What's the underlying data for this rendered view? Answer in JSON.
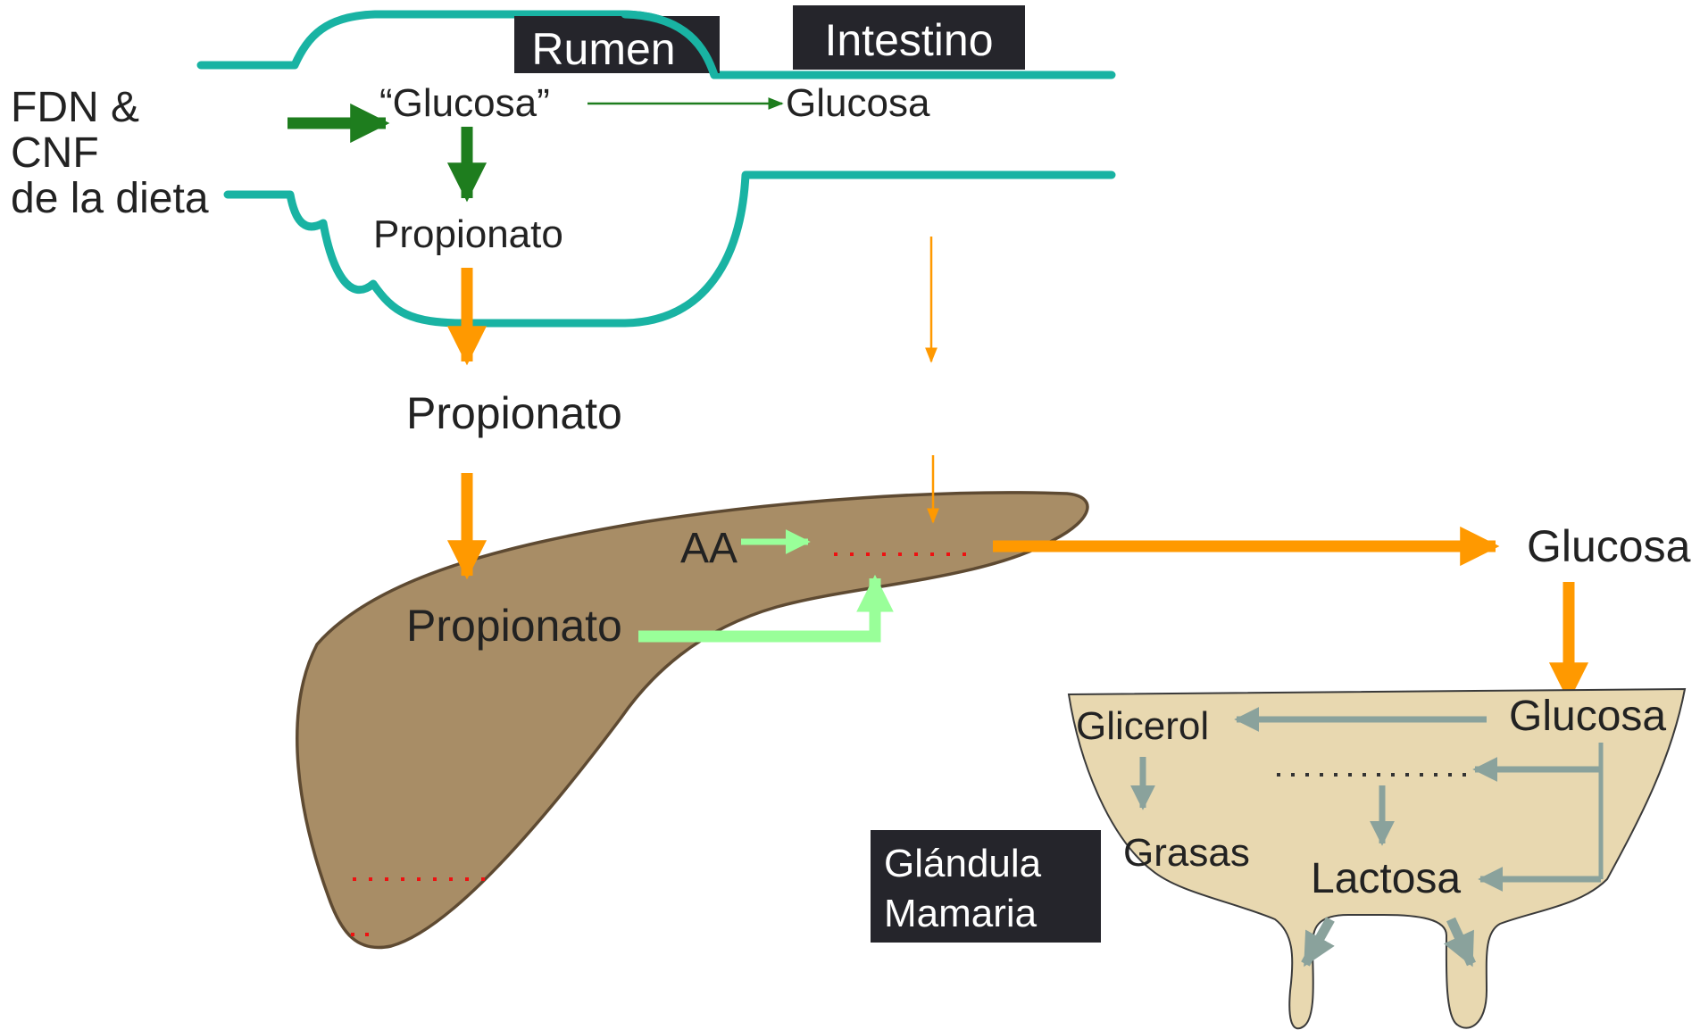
{
  "labels": {
    "diet": [
      "FDN &",
      "CNF",
      "de la dieta"
    ],
    "rumen_title": "Rumen",
    "intestine_title": "Intestino",
    "rumen_glucose": "“Glucosa”",
    "intestine_glucose": "Glucosa",
    "rumen_propionate": "Propionato",
    "blood_propionate": "Propionato",
    "aa": "AA",
    "liver_propionate": "Propionato",
    "blood_glucose": "Glucosa",
    "gland_glucose": "Glucosa",
    "glycerol": "Glicerol",
    "fats": "Grasas",
    "lactose": "Lactosa",
    "gland_title": [
      "Glándula",
      "Mamaria"
    ]
  },
  "colors": {
    "gut_wall": "#19b3a3",
    "dark_green_arrow": "#1e7d1e",
    "orange_arrow": "#ff9900",
    "light_green_arrow": "#99ff99",
    "gray_arrow": "#8aa29c",
    "liver_fill": "#a88d66",
    "liver_stroke": "#5e4a32",
    "gland_fill": "#e8d8b0",
    "label_box": "#25252b",
    "red_dots": "#ee1111"
  }
}
